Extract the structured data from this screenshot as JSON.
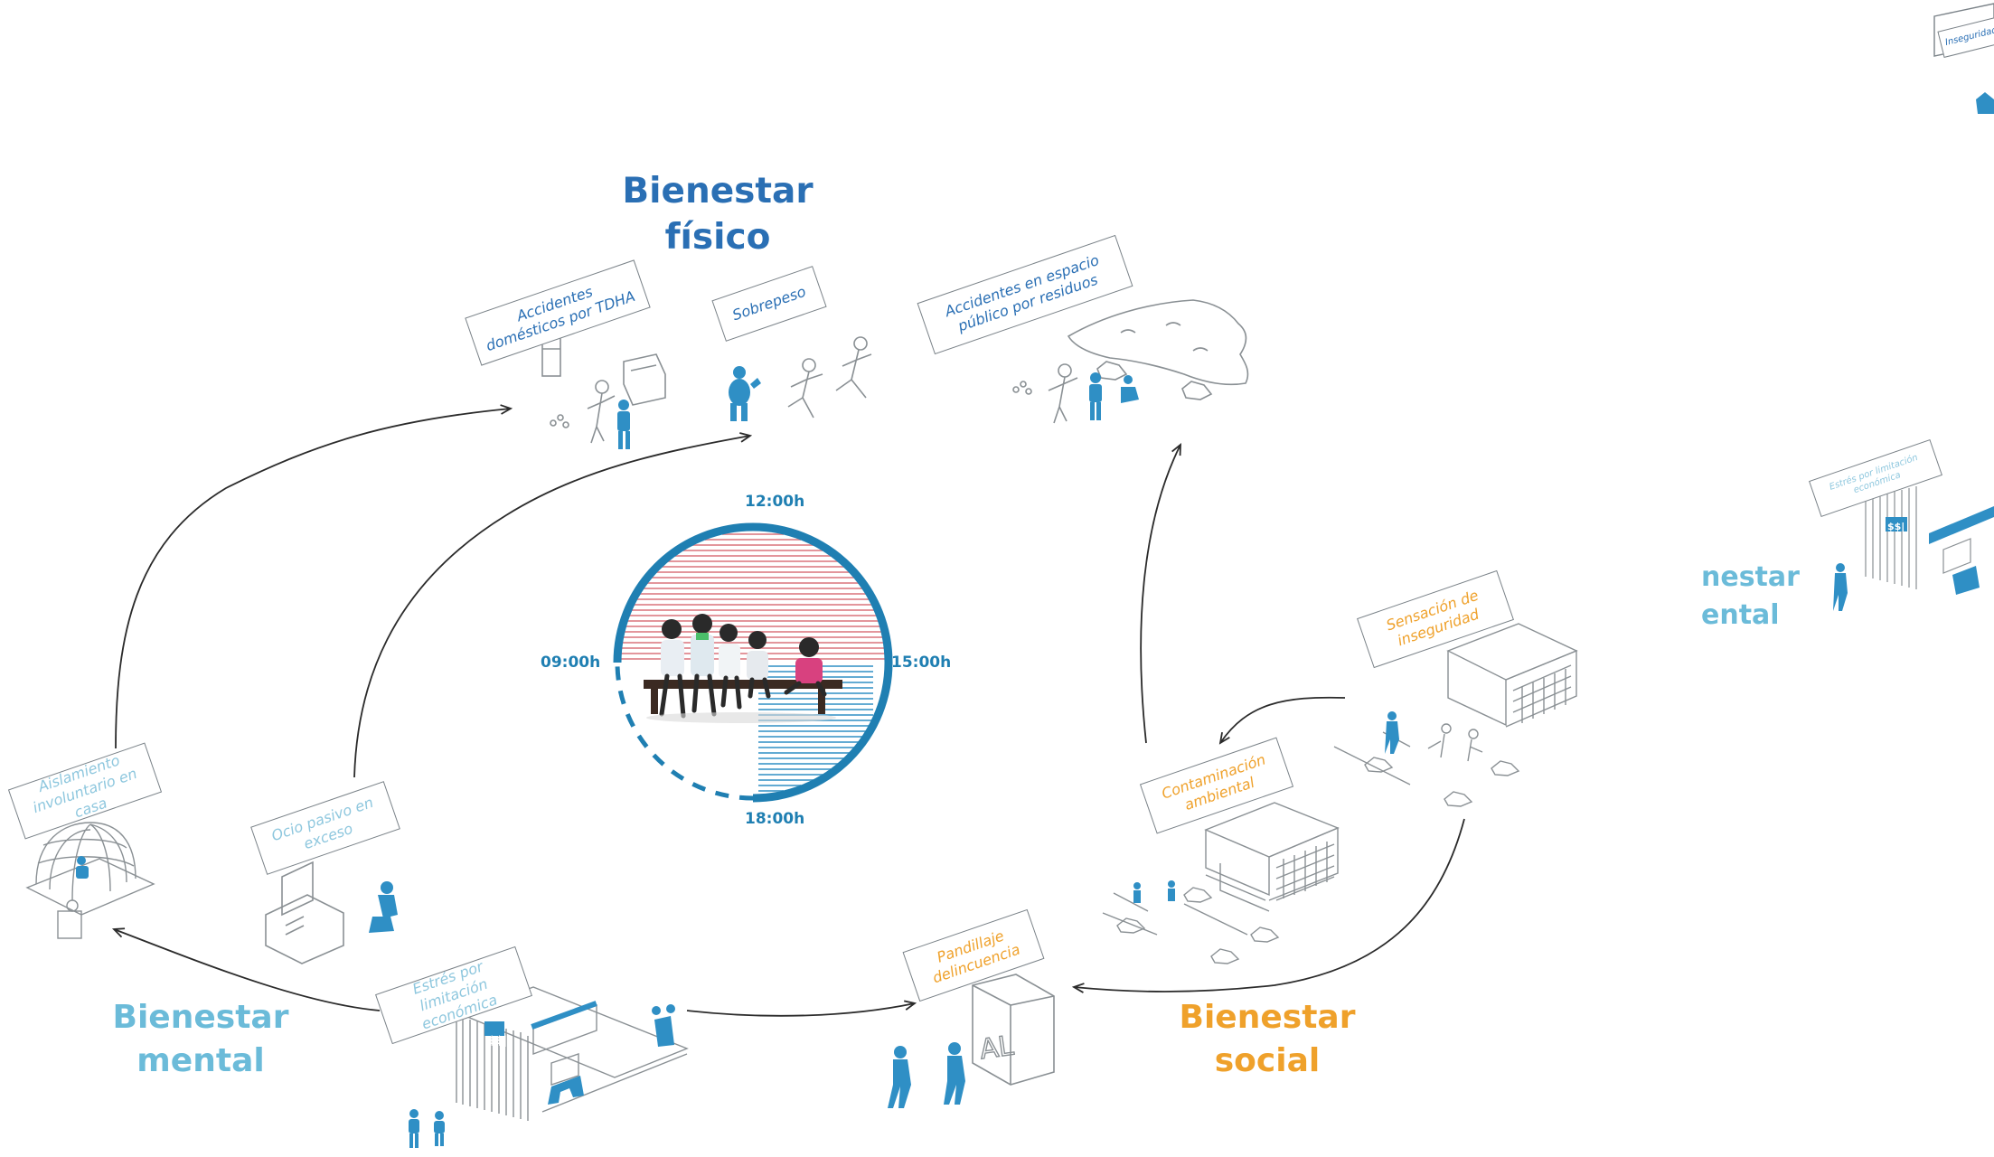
{
  "categories": {
    "fisico": {
      "line1": "Bienestar",
      "line2": "físico",
      "color": "#2a6fb4"
    },
    "mental": {
      "line1": "Bienestar",
      "line2": "mental",
      "color": "#6bbbd9"
    },
    "social": {
      "line1": "Bienestar",
      "line2": "social",
      "color": "#efa12b"
    },
    "partial": {
      "line1": "nestar",
      "line2": "ental"
    }
  },
  "labels": {
    "accidentes_domesticos": "Accidentes domésticos por TDHA",
    "sobrepeso": "Sobrepeso",
    "accidentes_espacio": "Accidentes en espacio público por residuos",
    "aislamiento": "Aislamiento involuntario en casa",
    "ocio": "Ocio pasivo en exceso",
    "estres": "Estrés por limitación económica",
    "pandillaje": "Pandillaje delincuencia",
    "contaminacion": "Contaminación ambiental",
    "inseguridad": "Sensación de inseguridad",
    "top_right": "Inseguridad",
    "right_estres": "Estrés por limitación económica"
  },
  "clock": {
    "t12": "12:00h",
    "t15": "15:00h",
    "t18": "18:00h",
    "t09": "09:00h"
  },
  "icon_texts": {
    "money": "$$|",
    "graffiti": "AL"
  },
  "colors": {
    "dark_blue": "#2a6fb4",
    "light_blue": "#6bbbd9",
    "orange": "#efa12b",
    "clock_ring": "#1f7fb2",
    "clock_red": "#e3969c",
    "clock_blue": "#63abd3",
    "figure_blue": "#2f8fc5",
    "line_gray": "#8a9094",
    "arrow": "#2b2b2b"
  }
}
